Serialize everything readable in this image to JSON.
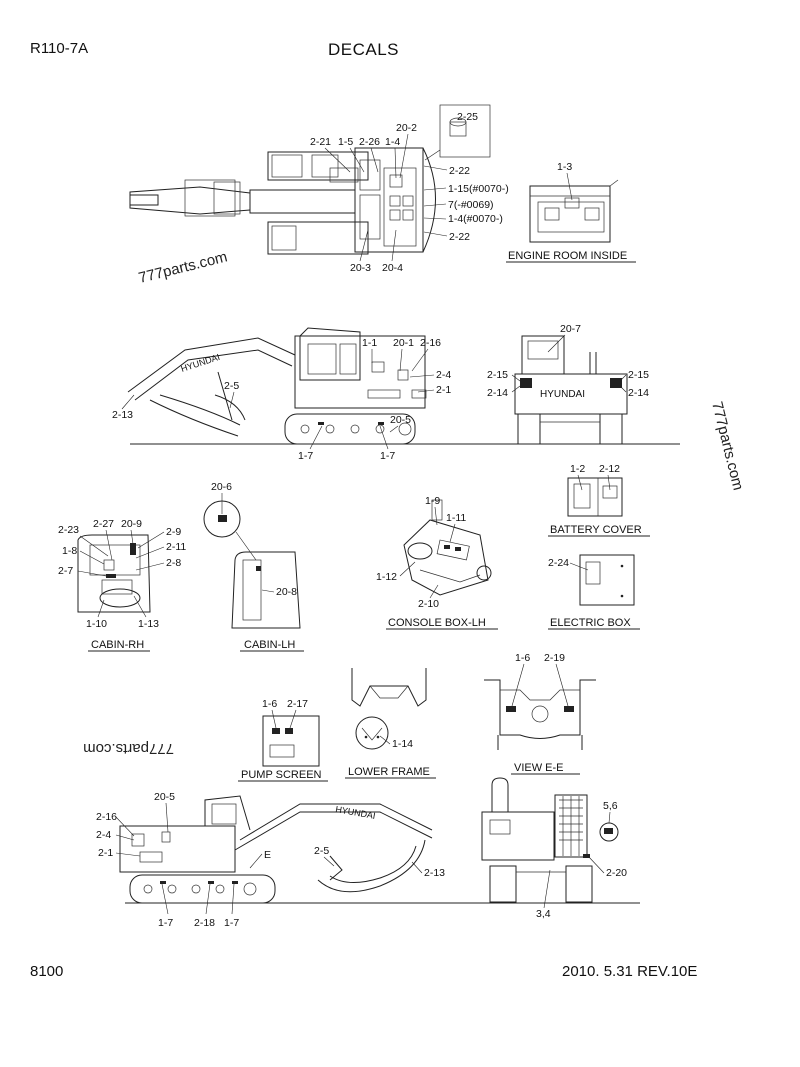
{
  "header": {
    "model": "R110-7A",
    "title": "DECALS"
  },
  "footer": {
    "page": "8100",
    "revision": "2010. 5.31  REV.10E"
  },
  "watermarks": [
    "777parts.com",
    "777parts.com",
    "777parts.com"
  ],
  "captions": {
    "engine_room": "ENGINE ROOM INSIDE",
    "battery_cover": "BATTERY COVER",
    "console_box": "CONSOLE BOX-LH",
    "electric_box": "ELECTRIC BOX",
    "cabin_rh": "CABIN-RH",
    "cabin_lh": "CABIN-LH",
    "pump_screen": "PUMP SCREEN",
    "lower_frame": "LOWER FRAME",
    "view_ee": "VIEW  E-E"
  },
  "callouts": {
    "top": [
      "2-25",
      "20-2",
      "2-21",
      "1-5",
      "2-26",
      "1-4",
      "2-22",
      "1-15(#0070-)",
      "7(-#0069)",
      "1-4(#0070-)",
      "2-22",
      "20-3",
      "20-4"
    ],
    "engine_room": [
      "1-3"
    ],
    "side_left": [
      "1-1",
      "20-1",
      "2-16",
      "2-4",
      "2-1",
      "2-5",
      "2-13",
      "20-5",
      "1-7",
      "1-7"
    ],
    "rear": [
      "20-7",
      "2-15",
      "2-14",
      "2-15",
      "2-14"
    ],
    "battery": [
      "1-2",
      "2-12"
    ],
    "console": [
      "1-9",
      "1-11",
      "1-12",
      "2-10"
    ],
    "electric": [
      "2-24"
    ],
    "cabin_rh": [
      "2-23",
      "2-27",
      "20-9",
      "2-9",
      "1-8",
      "2-11",
      "2-8",
      "2-7",
      "1-10",
      "1-13"
    ],
    "cabin_lh": [
      "20-6",
      "20-8"
    ],
    "pump": [
      "1-6",
      "2-17"
    ],
    "lower_frame": [
      "1-14"
    ],
    "view_ee": [
      "1-6",
      "2-19"
    ],
    "side_right": [
      "20-5",
      "2-16",
      "2-4",
      "2-1",
      "E",
      "2-5",
      "2-13",
      "1-7",
      "2-18",
      "1-7"
    ],
    "front": [
      "5,6",
      "2-20",
      "3,4"
    ]
  },
  "brand": "HYUNDAI"
}
